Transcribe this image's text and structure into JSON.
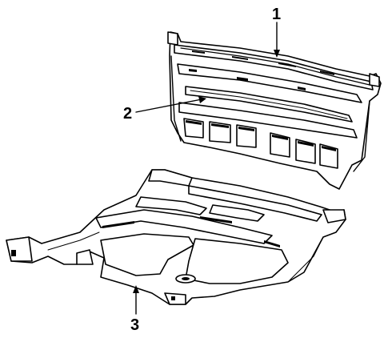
{
  "callouts": [
    {
      "id": "part-1",
      "label": "1"
    },
    {
      "id": "part-2",
      "label": "2"
    },
    {
      "id": "part-3",
      "label": "3"
    }
  ],
  "colors": {
    "ink": "#000000",
    "background": "#ffffff"
  }
}
